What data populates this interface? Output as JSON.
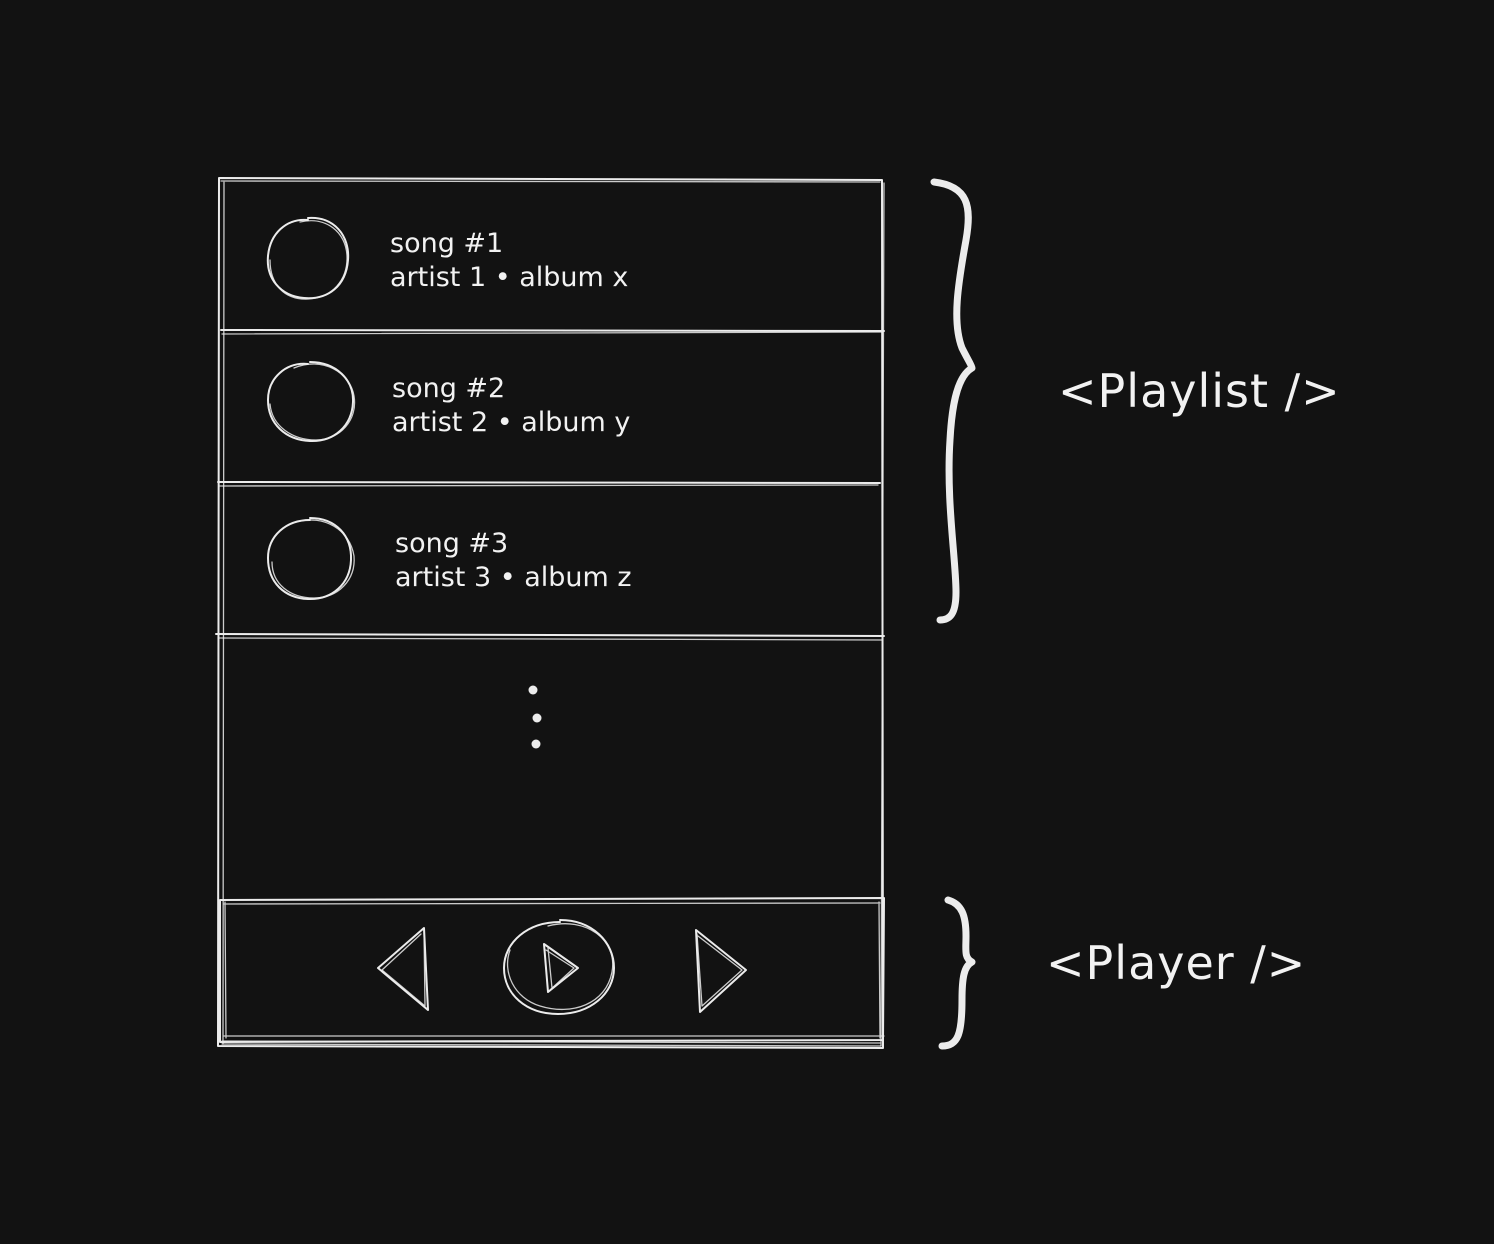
{
  "playlist": {
    "label": "<Playlist />",
    "songs": [
      {
        "title": "song #1",
        "meta": "artist 1 • album x"
      },
      {
        "title": "song #2",
        "meta": "artist 2 • album y"
      },
      {
        "title": "song #3",
        "meta": "artist 3 • album z"
      }
    ],
    "more_indicator": "vertical-ellipsis-icon"
  },
  "player": {
    "label": "<Player />",
    "controls": {
      "previous": "previous-icon",
      "play": "play-icon",
      "next": "next-icon"
    }
  },
  "colors": {
    "background": "#121212",
    "ink": "#ececec"
  }
}
